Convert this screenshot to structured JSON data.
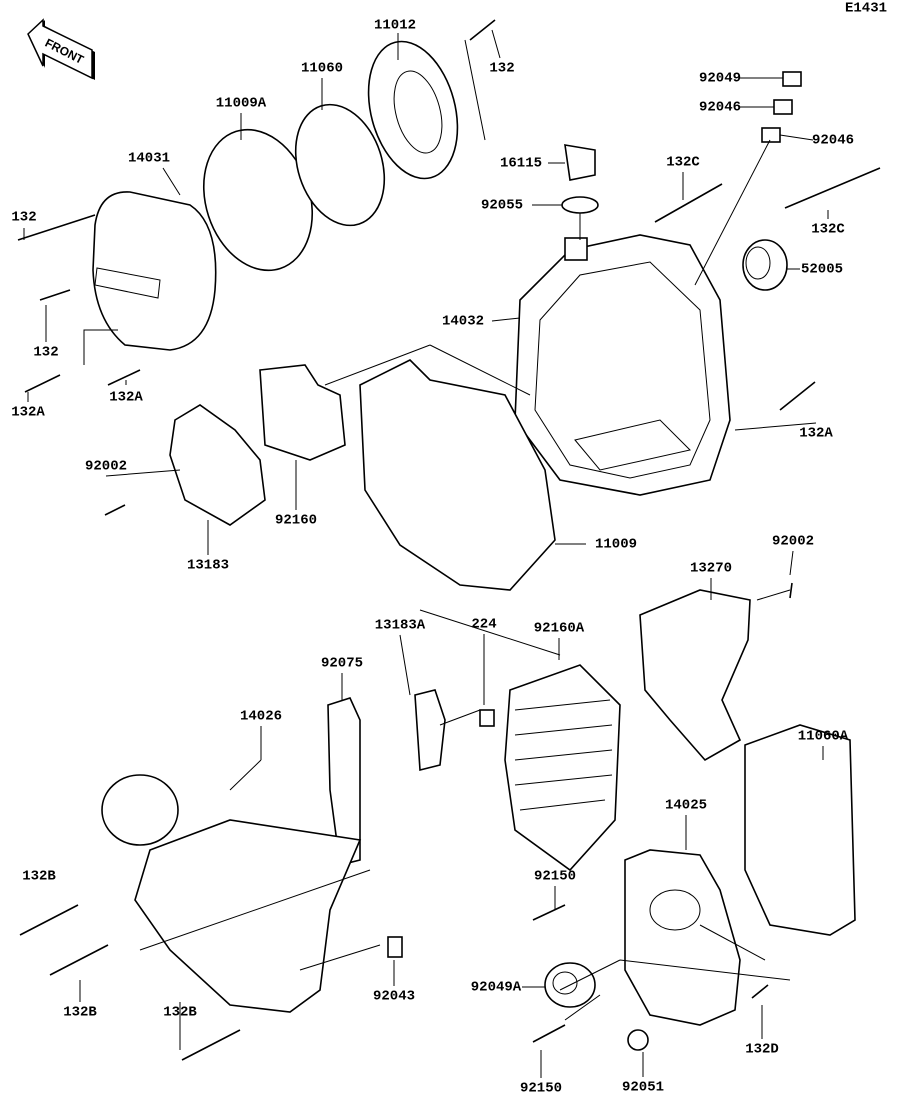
{
  "diagram_code": "E1431",
  "front_badge": "FRONT",
  "labels": [
    "11012",
    "132",
    "11060",
    "11009A",
    "14031",
    "132",
    "132",
    "132A",
    "132A",
    "92049",
    "92046",
    "92046",
    "16115",
    "132C",
    "92055",
    "132C",
    "52005",
    "14032",
    "132A",
    "92002",
    "13183",
    "92160",
    "11009",
    "92002",
    "13270",
    "92075",
    "13183A",
    "224",
    "92160A",
    "11060A",
    "14026",
    "14025",
    "132B",
    "92150",
    "92043",
    "132B",
    "132B",
    "92049A",
    "132D",
    "92150",
    "92051"
  ]
}
